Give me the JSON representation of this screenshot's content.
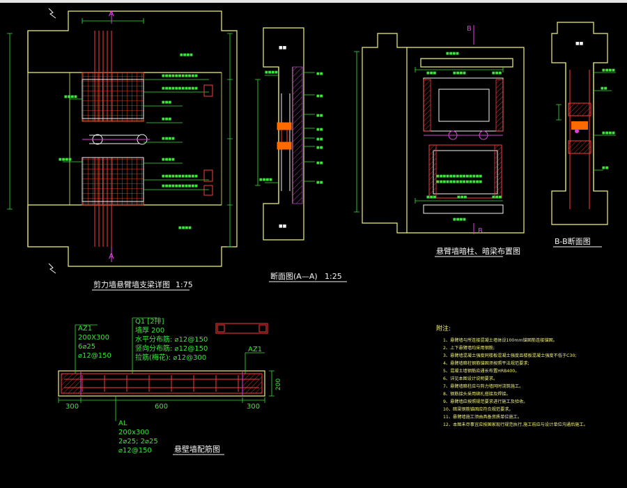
{
  "drawing": {
    "section_marks": {
      "a": "A",
      "b": "B"
    },
    "titles": {
      "plan": "剪力墙悬臂墙支梁详图",
      "plan_scale": "1:75",
      "section_aa": "断面图(A—A)",
      "section_aa_scale": "1:25",
      "elevation": "悬臂墙暗柱、暗梁布置图",
      "section_bb": "B-B断面图",
      "wall_detail": "悬壁墙配筋图"
    },
    "dims_wall": {
      "col_left": "300",
      "middle": "600",
      "col_right": "300",
      "height": "200"
    },
    "labels": {
      "az1_left": [
        "AZ1",
        "200X300",
        "6⌀25",
        "⌀12@150"
      ],
      "q1": [
        "Q1 [2排]",
        "墙厚 200",
        "水平分布筋: ⌀12@150",
        "竖向分布筋: ⌀12@150",
        "拉筋(梅花): ⌀12@300"
      ],
      "az1_right": "AZ1",
      "al": [
        "AL",
        "200x300",
        "2⌀25; 2⌀25",
        "⌀12@150"
      ]
    },
    "notes": {
      "heading": "附注:",
      "items": [
        "1、悬臂墙与所连接混凝土墙体设100mm锚固筋连接锚固。",
        "2、上下悬臂墙均采用钢筋;",
        "3、悬臂墙混凝土强度同楼板混凝土强度且楼板混凝土强度不低于C30;",
        "4、悬臂墙暗柱钢筋锚固须按照平法规范要求;",
        "5、混凝土墙钢筋应通长布置HRB400。",
        "6、详见本图设计说明要求。",
        "7、悬臂墙暗柱应与剪力墙同时浇筑施工。",
        "8、钢筋接头采用绑扎搭接及焊接。",
        "9、悬臂墙应按照规范要求进行施工及验收。",
        "10、暗梁钢筋锚固应符合规范要求。",
        "11、悬臂墙施工须由具备资质单位施工。",
        "12、本图未尽事宜应按国家现行规范执行,施工前应与设计单位沟通后施工。"
      ]
    }
  }
}
